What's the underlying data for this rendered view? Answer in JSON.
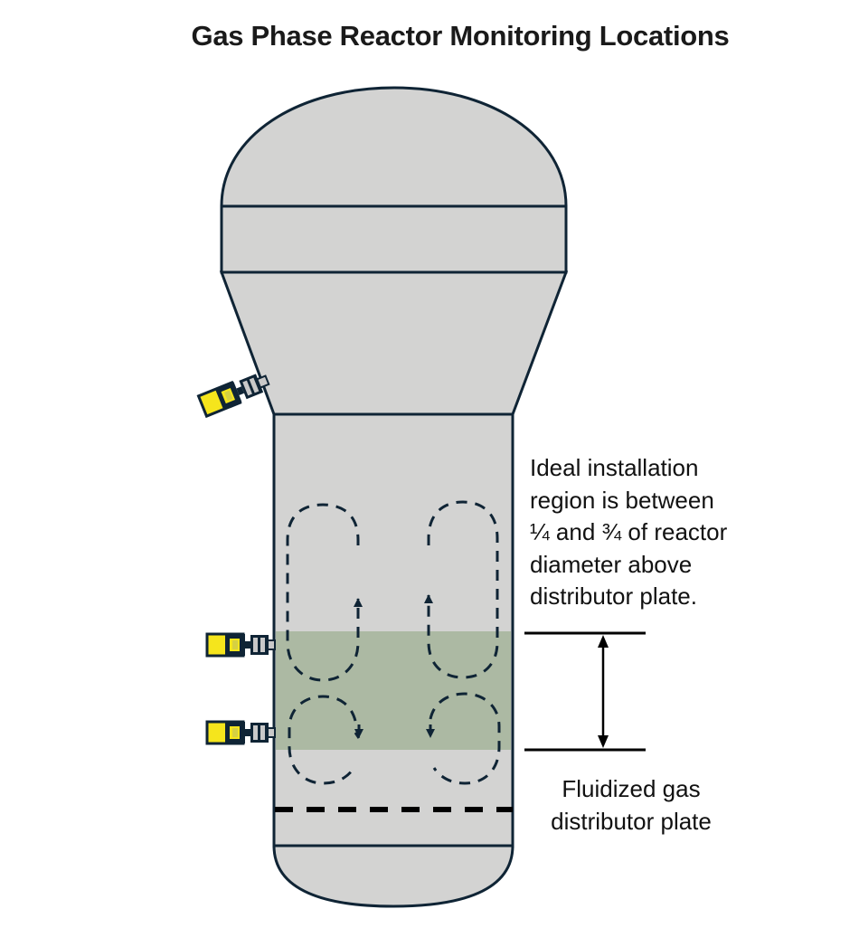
{
  "title": "Gas Phase Reactor Monitoring Locations",
  "annotations": {
    "ideal_region": {
      "lines": [
        "Ideal installation",
        "region is between",
        "¼ and ¾ of reactor",
        "diameter above",
        "distributor plate."
      ]
    },
    "distributor_plate": {
      "lines": [
        "Fluidized gas",
        "distributor plate"
      ]
    }
  },
  "components": {
    "vessel": "reactor-vessel",
    "ideal_zone": "ideal-installation-zone",
    "plate": "distributor-plate",
    "sensors": [
      "sensor-upper-cone",
      "sensor-zone-upper",
      "sensor-zone-lower"
    ],
    "flow_loops": [
      "loop-upper-left",
      "loop-upper-right",
      "loop-lower-left",
      "loop-lower-right"
    ]
  },
  "colors": {
    "vessel_fill": "#d3d3d2",
    "outline": "#0f2435",
    "ideal_zone": "#acb9a3",
    "sensor_yellow": "#f5e51c",
    "sensor_grey": "#c9c9c9",
    "plate": "#000000"
  }
}
